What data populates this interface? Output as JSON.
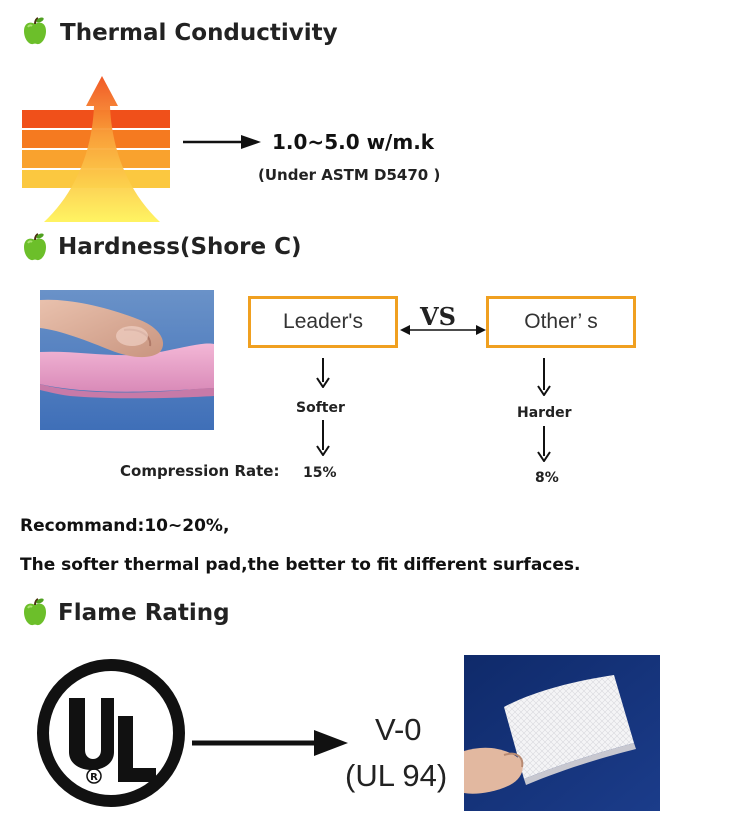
{
  "sections": {
    "thermal": {
      "title": "Thermal Conductivity",
      "value": "1.0~5.0 w/m.k",
      "standard": "(Under ASTM D5470 )"
    },
    "hardness": {
      "title": "Hardness(Shore C)",
      "leader_label": "Leader's",
      "other_label": "Other’ s",
      "vs_label": "VS",
      "leader_hardness": "Softer",
      "other_hardness": "Harder",
      "compression_label": "Compression Rate:",
      "leader_rate": "15%",
      "other_rate": "8%",
      "recommend": "Recommand:10~20%,",
      "note": "The softer thermal pad,the better to fit different surfaces."
    },
    "flame": {
      "title": "Flame Rating",
      "rating": "V-0",
      "standard": "(UL 94)",
      "logo_text": "UL"
    }
  },
  "colors": {
    "apple_green": "#6cbf2a",
    "box_border": "#f0a020",
    "arrow_orange": "#f06a1a"
  }
}
